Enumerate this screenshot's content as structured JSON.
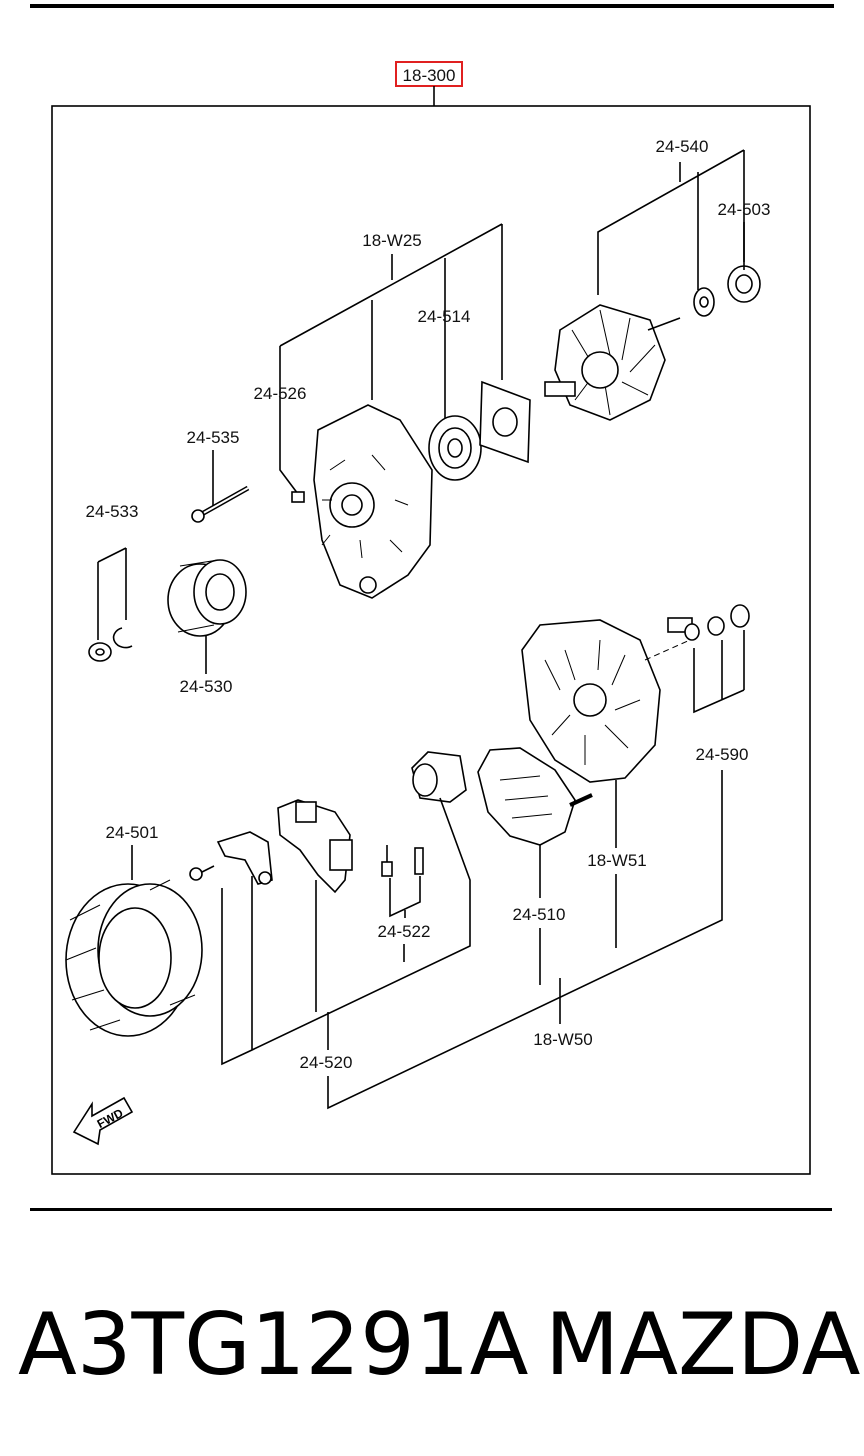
{
  "diagram": {
    "main_ref": "18-300",
    "highlight_color": "#e02020",
    "labels": {
      "l24540": "24-540",
      "l24503": "24-503",
      "l18W25": "18-W25",
      "l24514": "24-514",
      "l24526": "24-526",
      "l24535": "24-535",
      "l24533": "24-533",
      "l24530": "24-530",
      "l24590": "24-590",
      "l18W51": "18-W51",
      "l24501": "24-501",
      "l24522": "24-522",
      "l24510": "24-510",
      "l18W50": "18-W50",
      "l24520": "24-520"
    },
    "fwd_label": "FWD"
  },
  "footer": {
    "part_number": "A3TG1291A",
    "brand": "MAZDA"
  }
}
